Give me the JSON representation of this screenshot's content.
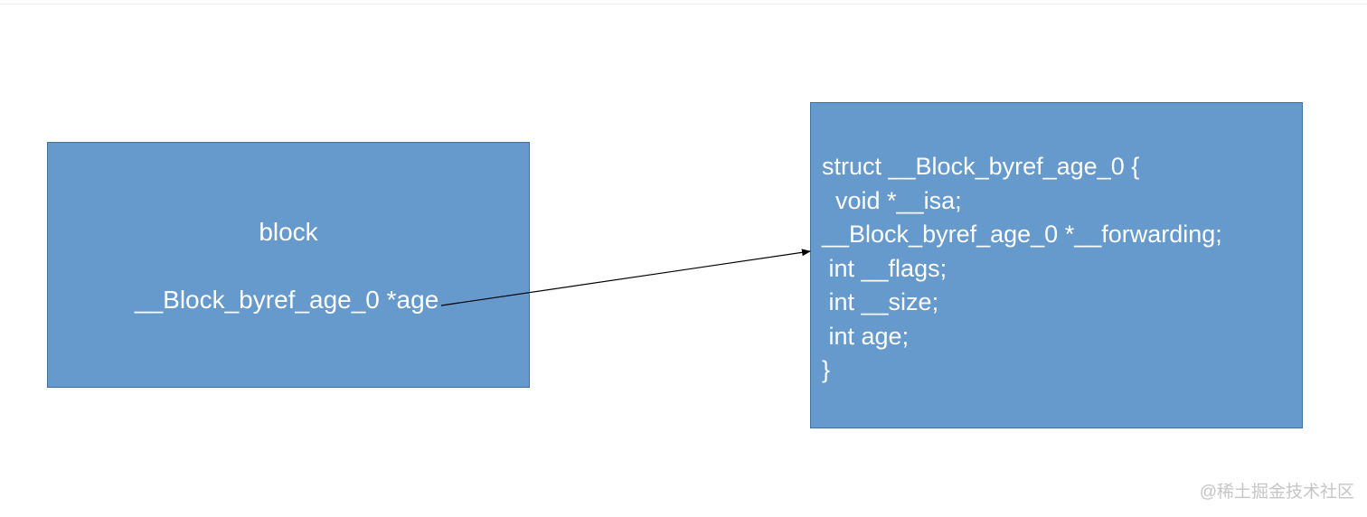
{
  "diagram": {
    "left_box": {
      "title": "block",
      "field": "__Block_byref_age_0 *age"
    },
    "right_box": {
      "lines": [
        "struct __Block_byref_age_0 {",
        "  void *__isa;",
        "__Block_byref_age_0 *__forwarding;",
        " int __flags;",
        " int __size;",
        " int age;",
        "}"
      ]
    },
    "colors": {
      "box_fill": "#6699cc",
      "box_border": "#41719c",
      "text": "#ffffff",
      "arrow": "#000000"
    },
    "watermark": "@稀土掘金技术社区"
  }
}
